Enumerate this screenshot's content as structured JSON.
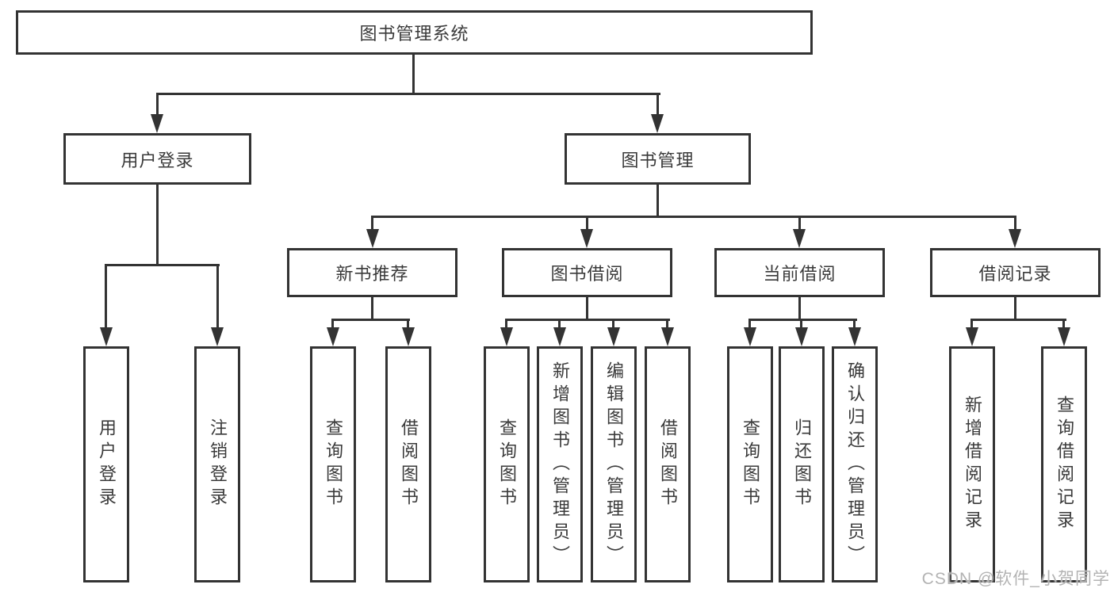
{
  "diagram": {
    "root": {
      "id": "library-management-system",
      "label": "图书管理系统"
    },
    "level2": [
      {
        "id": "user-login",
        "label": "用户登录",
        "parent": "library-management-system"
      },
      {
        "id": "book-management",
        "label": "图书管理",
        "parent": "library-management-system"
      }
    ],
    "level3": [
      {
        "id": "new-book-recommend",
        "label": "新书推荐",
        "parent": "book-management"
      },
      {
        "id": "book-borrowing",
        "label": "图书借阅",
        "parent": "book-management"
      },
      {
        "id": "current-borrowing",
        "label": "当前借阅",
        "parent": "book-management"
      },
      {
        "id": "borrowing-records",
        "label": "借阅记录",
        "parent": "book-management"
      }
    ],
    "leaves": {
      "user_login": [
        {
          "label": "用户登录"
        },
        {
          "label": "注销登录"
        }
      ],
      "new_book_recommend": [
        {
          "label": "查询图书"
        },
        {
          "label": "借阅图书"
        }
      ],
      "book_borrowing": [
        {
          "label": "查询图书"
        },
        {
          "label": "新增图书（管理员）"
        },
        {
          "label": "编辑图书（管理员）"
        },
        {
          "label": "借阅图书"
        }
      ],
      "current_borrowing": [
        {
          "label": "查询图书"
        },
        {
          "label": "归还图书"
        },
        {
          "label": "确认归还（管理员）"
        }
      ],
      "borrowing_records": [
        {
          "label": "新增借阅记录"
        },
        {
          "label": "查询借阅记录"
        }
      ]
    }
  },
  "watermark": {
    "text": "CSDN @软件_小贺同学"
  },
  "colors": {
    "line": "#333333",
    "text": "#3a3a3a",
    "background": "#ffffff",
    "watermark": "#b3b3b3"
  }
}
